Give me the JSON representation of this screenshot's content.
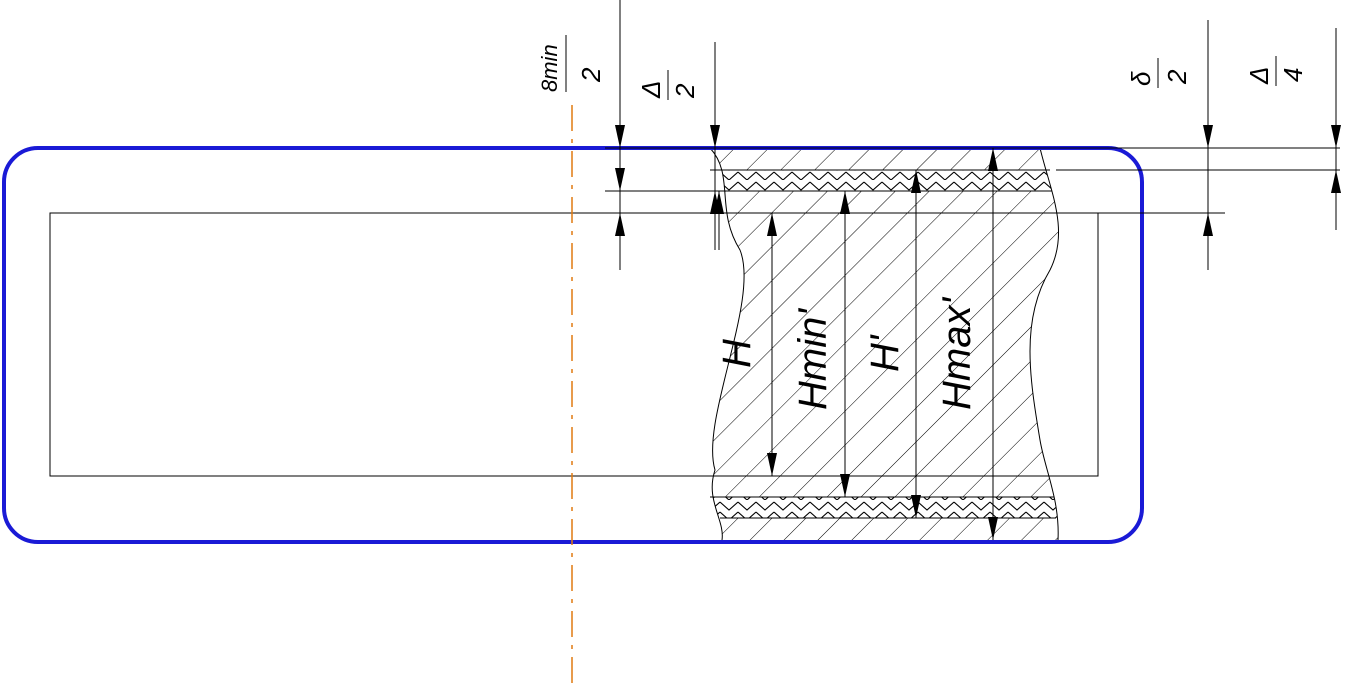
{
  "colors": {
    "frame": "#1a1ad6",
    "centerline": "#e07a10",
    "ink": "#000000"
  },
  "labels": {
    "H": "H",
    "Hmin": "Hmin'",
    "Hprime": "H'",
    "Hmax": "Hmax'",
    "smin_num": "8min",
    "smin_den": "2",
    "delta_num": "Δ",
    "delta_den": "2",
    "sigma_num": "δ",
    "sigma_den": "2",
    "delta4_num": "Δ",
    "delta4_den": "4"
  }
}
